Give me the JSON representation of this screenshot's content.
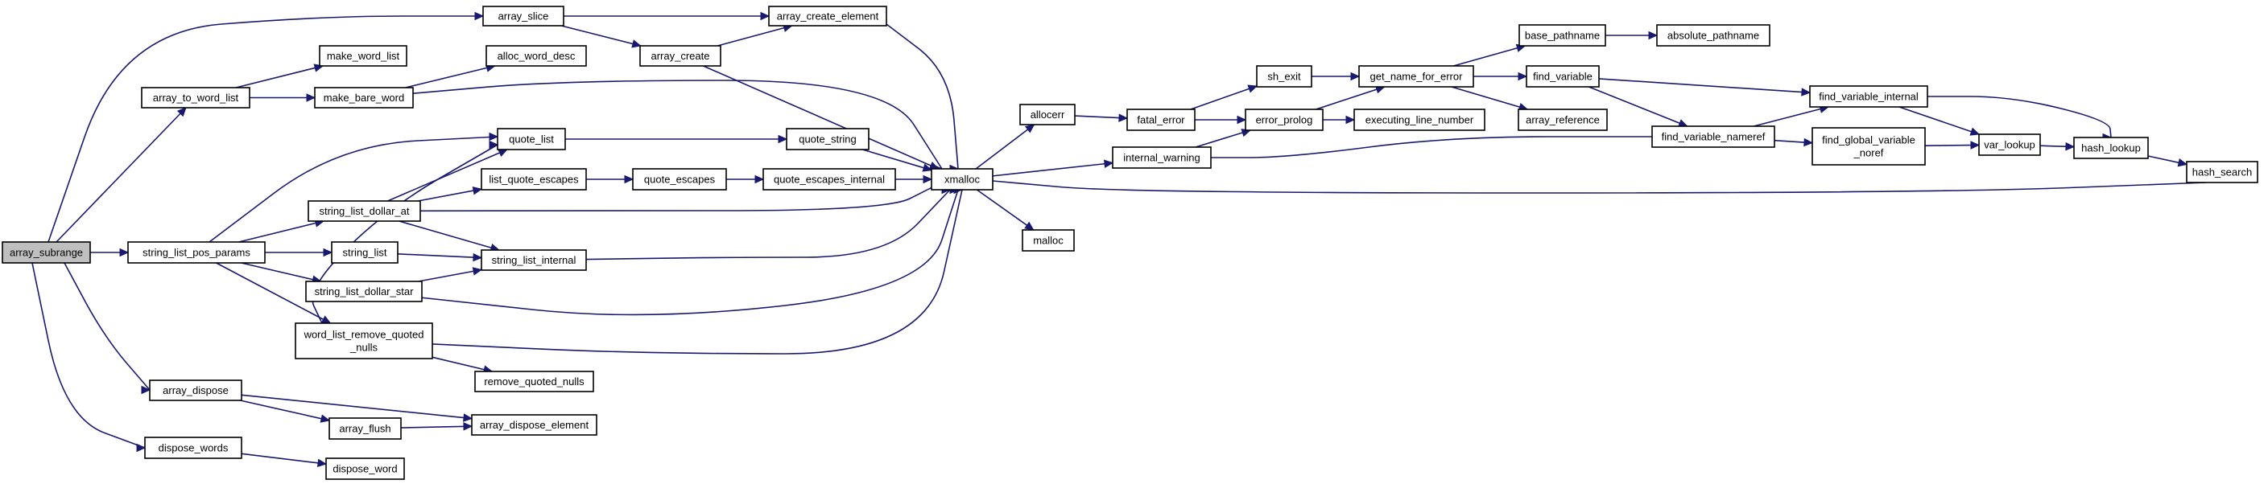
{
  "graph": {
    "root": "array_subrange",
    "edge_color": "#191970",
    "root_fill": "#bfbfbf",
    "nodes": [
      {
        "id": "array_subrange",
        "lines": [
          "array_subrange"
        ]
      },
      {
        "id": "array_slice",
        "lines": [
          "array_slice"
        ]
      },
      {
        "id": "array_create_element",
        "lines": [
          "array_create_element"
        ]
      },
      {
        "id": "array_create",
        "lines": [
          "array_create"
        ]
      },
      {
        "id": "make_word_list",
        "lines": [
          "make_word_list"
        ]
      },
      {
        "id": "array_to_word_list",
        "lines": [
          "array_to_word_list"
        ]
      },
      {
        "id": "alloc_word_desc",
        "lines": [
          "alloc_word_desc"
        ]
      },
      {
        "id": "make_bare_word",
        "lines": [
          "make_bare_word"
        ]
      },
      {
        "id": "quote_list",
        "lines": [
          "quote_list"
        ]
      },
      {
        "id": "quote_string",
        "lines": [
          "quote_string"
        ]
      },
      {
        "id": "list_quote_escapes",
        "lines": [
          "list_quote_escapes"
        ]
      },
      {
        "id": "quote_escapes",
        "lines": [
          "quote_escapes"
        ]
      },
      {
        "id": "quote_escapes_internal",
        "lines": [
          "quote_escapes_internal"
        ]
      },
      {
        "id": "xmalloc",
        "lines": [
          "xmalloc"
        ]
      },
      {
        "id": "string_list_dollar_at",
        "lines": [
          "string_list_dollar_at"
        ]
      },
      {
        "id": "string_list_pos_params",
        "lines": [
          "string_list_pos_params"
        ]
      },
      {
        "id": "string_list",
        "lines": [
          "string_list"
        ]
      },
      {
        "id": "string_list_internal",
        "lines": [
          "string_list_internal"
        ]
      },
      {
        "id": "string_list_dollar_star",
        "lines": [
          "string_list_dollar_star"
        ]
      },
      {
        "id": "word_list_remove_quoted_nulls",
        "lines": [
          "word_list_remove_quoted",
          "_nulls"
        ]
      },
      {
        "id": "remove_quoted_nulls",
        "lines": [
          "remove_quoted_nulls"
        ]
      },
      {
        "id": "array_dispose",
        "lines": [
          "array_dispose"
        ]
      },
      {
        "id": "array_flush",
        "lines": [
          "array_flush"
        ]
      },
      {
        "id": "array_dispose_element",
        "lines": [
          "array_dispose_element"
        ]
      },
      {
        "id": "dispose_words",
        "lines": [
          "dispose_words"
        ]
      },
      {
        "id": "dispose_word",
        "lines": [
          "dispose_word"
        ]
      },
      {
        "id": "allocerr",
        "lines": [
          "allocerr"
        ]
      },
      {
        "id": "fatal_error",
        "lines": [
          "fatal_error"
        ]
      },
      {
        "id": "malloc",
        "lines": [
          "malloc"
        ]
      },
      {
        "id": "internal_warning",
        "lines": [
          "internal_warning"
        ]
      },
      {
        "id": "sh_exit",
        "lines": [
          "sh_exit"
        ]
      },
      {
        "id": "error_prolog",
        "lines": [
          "error_prolog"
        ]
      },
      {
        "id": "get_name_for_error",
        "lines": [
          "get_name_for_error"
        ]
      },
      {
        "id": "executing_line_number",
        "lines": [
          "executing_line_number"
        ]
      },
      {
        "id": "base_pathname",
        "lines": [
          "base_pathname"
        ]
      },
      {
        "id": "absolute_pathname",
        "lines": [
          "absolute_pathname"
        ]
      },
      {
        "id": "find_variable",
        "lines": [
          "find_variable"
        ]
      },
      {
        "id": "array_reference",
        "lines": [
          "array_reference"
        ]
      },
      {
        "id": "find_variable_nameref",
        "lines": [
          "find_variable_nameref"
        ]
      },
      {
        "id": "find_variable_internal",
        "lines": [
          "find_variable_internal"
        ]
      },
      {
        "id": "find_global_variable_noref",
        "lines": [
          "find_global_variable",
          "_noref"
        ]
      },
      {
        "id": "var_lookup",
        "lines": [
          "var_lookup"
        ]
      },
      {
        "id": "hash_lookup",
        "lines": [
          "hash_lookup"
        ]
      },
      {
        "id": "hash_search",
        "lines": [
          "hash_search"
        ]
      }
    ],
    "edges": [
      [
        "array_subrange",
        "array_slice"
      ],
      [
        "array_subrange",
        "array_to_word_list"
      ],
      [
        "array_subrange",
        "string_list_pos_params"
      ],
      [
        "array_subrange",
        "array_dispose"
      ],
      [
        "array_subrange",
        "dispose_words"
      ],
      [
        "array_slice",
        "array_create_element"
      ],
      [
        "array_slice",
        "array_create"
      ],
      [
        "array_create",
        "array_create_element"
      ],
      [
        "array_create",
        "xmalloc"
      ],
      [
        "array_create_element",
        "xmalloc"
      ],
      [
        "array_to_word_list",
        "make_word_list"
      ],
      [
        "array_to_word_list",
        "make_bare_word"
      ],
      [
        "make_bare_word",
        "alloc_word_desc"
      ],
      [
        "make_bare_word",
        "xmalloc"
      ],
      [
        "string_list_pos_params",
        "quote_list"
      ],
      [
        "string_list_pos_params",
        "string_list_dollar_at"
      ],
      [
        "string_list_pos_params",
        "string_list"
      ],
      [
        "string_list_pos_params",
        "string_list_dollar_star"
      ],
      [
        "string_list_pos_params",
        "word_list_remove_quoted_nulls"
      ],
      [
        "quote_list",
        "quote_string"
      ],
      [
        "quote_string",
        "xmalloc"
      ],
      [
        "string_list_dollar_at",
        "quote_list"
      ],
      [
        "string_list_dollar_at",
        "list_quote_escapes"
      ],
      [
        "string_list_dollar_at",
        "string_list_internal"
      ],
      [
        "string_list_dollar_at",
        "xmalloc"
      ],
      [
        "list_quote_escapes",
        "quote_escapes"
      ],
      [
        "quote_escapes",
        "quote_escapes_internal"
      ],
      [
        "quote_escapes_internal",
        "xmalloc"
      ],
      [
        "string_list",
        "string_list_internal"
      ],
      [
        "string_list_internal",
        "xmalloc"
      ],
      [
        "string_list_dollar_star",
        "string_list_internal"
      ],
      [
        "string_list_dollar_star",
        "xmalloc"
      ],
      [
        "word_list_remove_quoted_nulls",
        "quote_list"
      ],
      [
        "word_list_remove_quoted_nulls",
        "remove_quoted_nulls"
      ],
      [
        "word_list_remove_quoted_nulls",
        "xmalloc"
      ],
      [
        "array_dispose",
        "array_flush"
      ],
      [
        "array_dispose",
        "array_dispose_element"
      ],
      [
        "array_flush",
        "array_dispose_element"
      ],
      [
        "dispose_words",
        "dispose_word"
      ],
      [
        "xmalloc",
        "allocerr"
      ],
      [
        "xmalloc",
        "internal_warning"
      ],
      [
        "xmalloc",
        "malloc"
      ],
      [
        "allocerr",
        "fatal_error"
      ],
      [
        "fatal_error",
        "sh_exit"
      ],
      [
        "fatal_error",
        "error_prolog"
      ],
      [
        "internal_warning",
        "error_prolog"
      ],
      [
        "sh_exit",
        "get_name_for_error"
      ],
      [
        "error_prolog",
        "get_name_for_error"
      ],
      [
        "error_prolog",
        "executing_line_number"
      ],
      [
        "get_name_for_error",
        "base_pathname"
      ],
      [
        "get_name_for_error",
        "find_variable"
      ],
      [
        "get_name_for_error",
        "array_reference"
      ],
      [
        "base_pathname",
        "absolute_pathname"
      ],
      [
        "find_variable",
        "find_variable_internal"
      ],
      [
        "find_variable",
        "find_variable_nameref"
      ],
      [
        "find_variable_nameref",
        "find_variable_internal"
      ],
      [
        "find_variable_nameref",
        "find_global_variable_noref"
      ],
      [
        "find_variable_nameref",
        "internal_warning"
      ],
      [
        "find_variable_internal",
        "var_lookup"
      ],
      [
        "find_variable_internal",
        "hash_lookup"
      ],
      [
        "find_global_variable_noref",
        "var_lookup"
      ],
      [
        "var_lookup",
        "hash_lookup"
      ],
      [
        "hash_lookup",
        "hash_search"
      ],
      [
        "hash_search",
        "xmalloc"
      ]
    ]
  }
}
